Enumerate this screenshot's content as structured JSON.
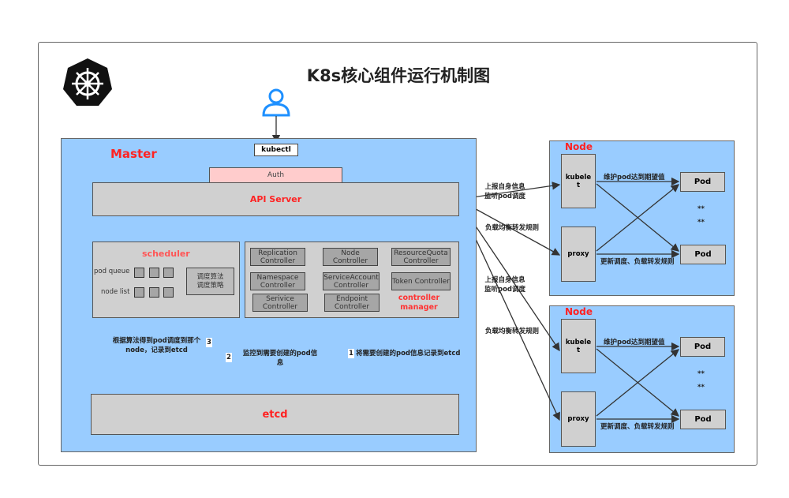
{
  "title": "K8s核心组件运行机制图",
  "logo": "kubernetes-logo",
  "master": {
    "label": "Master",
    "kubectl": "kubectl",
    "auth": "Auth",
    "api_server": "API Server",
    "scheduler": {
      "label": "scheduler",
      "pod_queue": "pod queue",
      "node_list": "node list",
      "algorithm": [
        "调度算法",
        "调度策略"
      ]
    },
    "controller_manager": {
      "label": [
        "controller",
        "manager"
      ],
      "controllers": [
        "Replication Controller",
        "Node Controller",
        "ResourceQuota Controller",
        "Namespace Controller",
        "ServiceAccount Controller",
        "Token Controller",
        "Serivice Controller",
        "Endpoint Controller"
      ]
    },
    "etcd": "etcd",
    "steps": [
      {
        "num": "1",
        "text": "将需要创建的pod信息记录到etcd"
      },
      {
        "num": "2",
        "text": "监控到需要创建的pod信息"
      },
      {
        "num": "3",
        "text": "根据算法得到pod调度到那个node，记录到etcd"
      }
    ]
  },
  "nodes": [
    {
      "label": "Node",
      "kubelet": "kubelet",
      "proxy": "proxy",
      "pod1": "Pod",
      "pod2": "Pod",
      "ellipsis1": "**",
      "ellipsis2": "**",
      "maintain": "维护pod达到期望值",
      "update": "更新调度、负载转发规则"
    },
    {
      "label": "Node",
      "kubelet": "kubelet",
      "proxy": "proxy",
      "pod1": "Pod",
      "pod2": "Pod",
      "ellipsis1": "**",
      "ellipsis2": "**",
      "maintain": "维护pod达到期望值",
      "update": "更新调度、负载转发规则"
    }
  ],
  "links": {
    "report": [
      "上报自身信息",
      "监听pod调度"
    ],
    "lb": "负载均衡转发规则"
  },
  "colors": {
    "master_bg": "#99ccff",
    "component": "#d0d0d0",
    "auth": "#ffcccc",
    "accent": "#ff2222",
    "user": "#1e90ff"
  }
}
